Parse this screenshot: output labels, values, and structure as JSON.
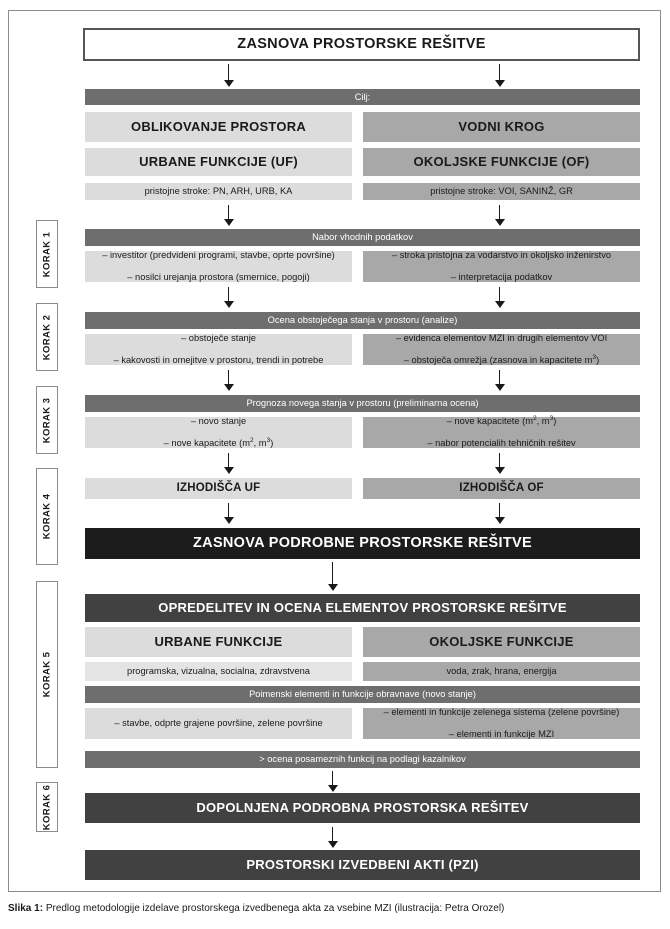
{
  "figure": {
    "caption_prefix": "Slika 1:",
    "caption_text": "Predlog metodologije izdelave prostorskega izvedbenega akta za vsebine MZI (ilustracija: Petra Orozel)"
  },
  "colors": {
    "white": "#ffffff",
    "black": "#1c1c1c",
    "dark_grey": "#414141",
    "mid_grey": "#6e6e6e",
    "grey": "#a8a8a8",
    "light_grey": "#dcdcdc",
    "lighter_grey": "#e4e4e4",
    "frame": "#8c8c8c",
    "text_dark": "#1a1a1a"
  },
  "steps": [
    {
      "id": "korak-1",
      "label": "KORAK 1"
    },
    {
      "id": "korak-2",
      "label": "KORAK 2"
    },
    {
      "id": "korak-3",
      "label": "KORAK 3"
    },
    {
      "id": "korak-4",
      "label": "KORAK 4"
    },
    {
      "id": "korak-5",
      "label": "KORAK 5"
    },
    {
      "id": "korak-6",
      "label": "KORAK 6"
    }
  ],
  "title_box": {
    "label": "ZASNOVA PROSTORSKE REŠITVE"
  },
  "goal_bar": {
    "label": "Cilj:"
  },
  "branches": {
    "left": {
      "theme": "OBLIKOVANJE PROSTORA",
      "functions": "URBANE FUNKCIJE (UF)",
      "professions": "pristojne stroke: PN, ARH, URB, KA"
    },
    "right": {
      "theme": "VODNI KROG",
      "functions": "OKOLJSKE FUNKCIJE (OF)",
      "professions": "pristojne stroke: VOI, SANINŽ, GR"
    }
  },
  "step1": {
    "header": "Nabor vhodnih podatkov",
    "left_lines": [
      "– investitor (predvideni programi, stavbe, oprte površine)",
      "– nosilci urejanja prostora (smernice, pogoji)"
    ],
    "right_lines": [
      "– stroka pristojna za vodarstvo in okoljsko inženirstvo",
      "– interpretacija podatkov"
    ]
  },
  "step2": {
    "header": "Ocena obstoječega stanja v prostoru (analize)",
    "left_lines": [
      "– obstoječe stanje",
      "– kakovosti in omejitve v prostoru, trendi in potrebe"
    ],
    "right_lines": [
      "– evidenca elementov MZI in drugih elementov VOI",
      "– obstoječa omrežja (zasnova in kapacitete m³)"
    ]
  },
  "step3": {
    "header": "Prognoza novega stanja v prostoru (preliminarna ocena)",
    "left_lines": [
      "– novo stanje",
      "– nove kapacitete (m², m³)"
    ],
    "right_lines": [
      "– nove kapacitete (m², m³)",
      "– nabor potencialih tehničnih rešitev"
    ]
  },
  "step4": {
    "left_label": "IZHODIŠČA UF",
    "right_label": "IZHODIŠČA OF",
    "result": "ZASNOVA PODROBNE PROSTORSKE REŠITVE"
  },
  "step5": {
    "header": "OPREDELITEV IN OCENA ELEMENTOV PROSTORSKE REŠITVE",
    "left_functions": "URBANE FUNKCIJE",
    "right_functions": "OKOLJSKE FUNKCIJE",
    "left_kinds": "programska, vizualna, socialna, zdravstvena",
    "right_kinds": "voda, zrak, hrana, energija",
    "named_elements_bar": "Poimenski elementi in funkcije obravnave (novo stanje)",
    "left_detail_lines": [
      "– stavbe, odprte grajene površine, zelene površine"
    ],
    "right_detail_lines": [
      "– elementi in funkcije zelenega sistema (zelene površine)",
      "– elementi in funkcije MZI"
    ],
    "evaluation_bar": "> ocena posameznih funkcij  na podlagi kazalnikov"
  },
  "step6": {
    "result": "DOPOLNJENA PODROBNA PROSTORSKA REŠITEV"
  },
  "final": {
    "result": "PROSTORSKI IZVEDBENI AKTI (PZI)"
  }
}
